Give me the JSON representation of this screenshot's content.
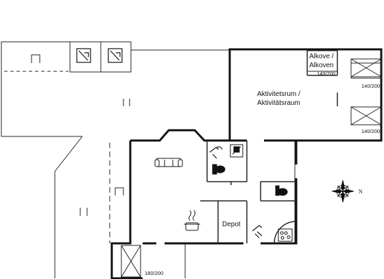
{
  "floorplan": {
    "rooms": {
      "activity_room": {
        "line1": "Aktivitetsrum /",
        "line2": "Aktivitätsraum"
      },
      "alcove": {
        "line1": "Alkove /",
        "line2": "Alkoven"
      },
      "depot": "Depot"
    },
    "beds": {
      "alcove_bed": "140/200",
      "activity_bed_1": "140/200",
      "activity_bed_2": "140/200",
      "lower_bed": "180/200"
    },
    "compass": {
      "north_label": "N"
    },
    "icons": [
      "shower-icon",
      "toilet-icon",
      "sink-icon",
      "sofa-icon",
      "stove-icon",
      "washing-machine-icon",
      "outdoor-shower-icon",
      "compass-rose-icon"
    ]
  }
}
